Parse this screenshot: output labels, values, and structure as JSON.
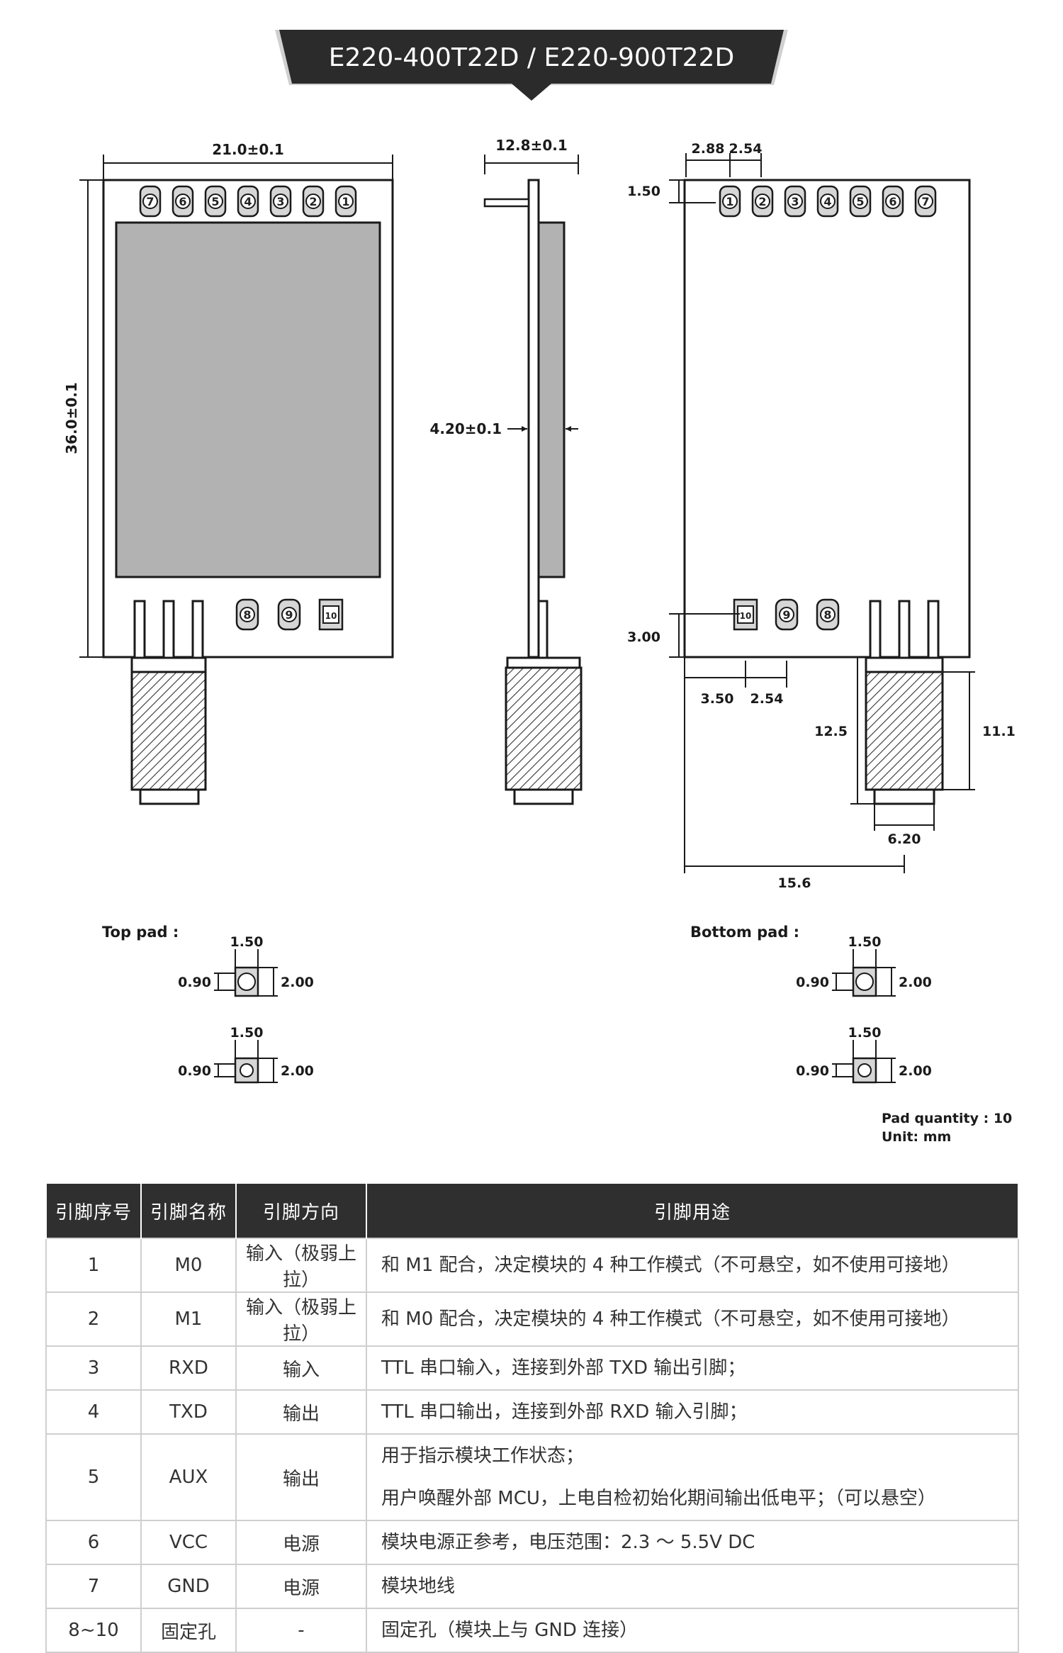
{
  "header": {
    "title": "E220-400T22D / E220-900T22D"
  },
  "top_view": {
    "width_dim": "21.0±0.1",
    "height_dim": "36.0±0.1",
    "top_pins": [
      "7",
      "6",
      "5",
      "4",
      "3",
      "2",
      "1"
    ],
    "bottom_pins": [
      "8",
      "9",
      "10"
    ]
  },
  "side_view": {
    "thickness_dim": "12.8±0.1",
    "board_dim": "4.20±0.1"
  },
  "bottom_view": {
    "pitch_first": "2.88",
    "pitch": "2.54",
    "top_offset": "1.50",
    "bottom_offset": "3.00",
    "left_offset": "3.50",
    "bottom_pitch": "2.54",
    "antenna_height_outer": "12.5",
    "antenna_height_inner": "11.1",
    "antenna_width": "6.20",
    "antenna_offset": "15.6",
    "top_pins": [
      "1",
      "2",
      "3",
      "4",
      "5",
      "6",
      "7"
    ],
    "bottom_pins": [
      "10",
      "9",
      "8"
    ]
  },
  "pads": {
    "top_label": "Top pad :",
    "bottom_label": "Bottom pad :",
    "width": "1.50",
    "gap": "0.90",
    "height": "2.00",
    "quantity": "Pad quantity : 10",
    "unit": "Unit:  mm"
  },
  "table": {
    "headers": [
      "引脚序号",
      "引脚名称",
      "引脚方向",
      "引脚用途"
    ],
    "rows": [
      {
        "no": "1",
        "name": "M0",
        "dir": "输入（极弱上拉）",
        "use": [
          "和 M1 配合，决定模块的 4 种工作模式（不可悬空，如不使用可接地）"
        ]
      },
      {
        "no": "2",
        "name": "M1",
        "dir": "输入（极弱上拉）",
        "use": [
          "和 M0 配合，决定模块的 4 种工作模式（不可悬空，如不使用可接地）"
        ]
      },
      {
        "no": "3",
        "name": "RXD",
        "dir": "输入",
        "use": [
          "TTL 串口输入，连接到外部 TXD 输出引脚；"
        ]
      },
      {
        "no": "4",
        "name": "TXD",
        "dir": "输出",
        "use": [
          "TTL 串口输出，连接到外部 RXD 输入引脚；"
        ]
      },
      {
        "no": "5",
        "name": "AUX",
        "dir": "输出",
        "use": [
          "用于指示模块工作状态；",
          "用户唤醒外部 MCU，上电自检初始化期间输出低电平；（可以悬空）"
        ]
      },
      {
        "no": "6",
        "name": "VCC",
        "dir": "电源",
        "use": [
          "模块电源正参考，电压范围：2.3 ～ 5.5V DC"
        ]
      },
      {
        "no": "7",
        "name": "GND",
        "dir": "电源",
        "use": [
          "模块地线"
        ]
      },
      {
        "no": "8~10",
        "name": "固定孔",
        "dir": "-",
        "use": [
          "固定孔（模块上与 GND 连接）"
        ]
      }
    ]
  }
}
